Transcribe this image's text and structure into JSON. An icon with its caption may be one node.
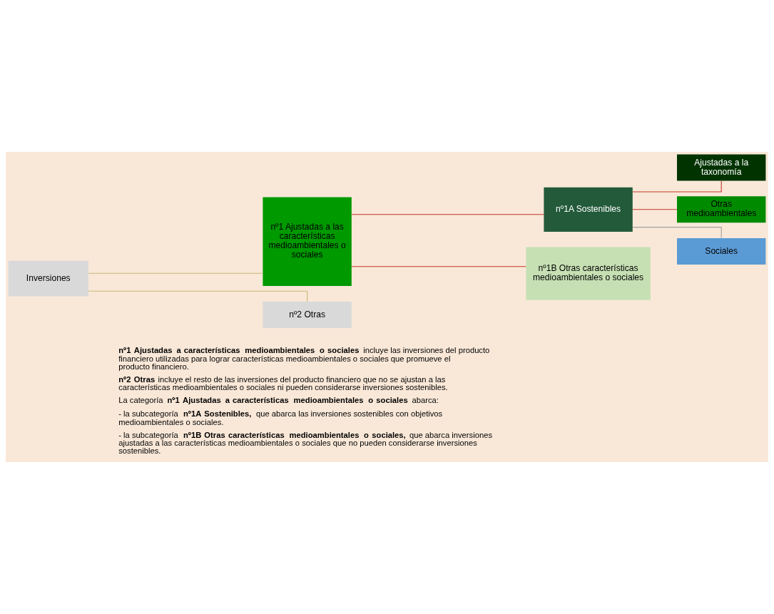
{
  "diagram": {
    "nodes": [
      {
        "text": [
          "Inversiones"
        ]
      },
      {
        "text": [
          "nº1 Ajustadas a las características medioambientales o sociales"
        ]
      },
      {
        "text": [
          "nº2 Otras"
        ]
      },
      {
        "text": [
          "nº1A Sostenibles"
        ]
      },
      {
        "text": [
          "nº1B Otras características medioambientales o sociales"
        ]
      },
      {
        "text": [
          "Ajustadas a la taxonomía"
        ]
      },
      {
        "text": [
          "Otras medioambientales"
        ]
      },
      {
        "text": [
          "Sociales"
        ]
      }
    ],
    "edges": [
      {
        "from": 0,
        "to": 1,
        "arrow": "none",
        "color": "#c8b878"
      },
      {
        "from": 0,
        "to": 2,
        "arrow": "none",
        "color": "#c8b878"
      },
      {
        "from": 1,
        "to": 3,
        "arrow": "none"
      },
      {
        "from": 1,
        "to": 4,
        "arrow": "none"
      },
      {
        "from": 3,
        "to": 5,
        "arrow": "none"
      },
      {
        "from": 3,
        "to": 6,
        "arrow": "none"
      },
      {
        "from": 3,
        "to": 7,
        "arrow": "none",
        "color": "#a0a0a0"
      }
    ],
    "labels": [
      "**nº1 Ajustadas a características medioambientales o sociales** incluye las inversiones del producto financiero utilizadas para lograr características medioambientales o sociales que promueve el producto financiero.",
      "**nº2 Otras** incluye el resto de las inversiones del producto financiero que no se ajustan a las características medioambientales o sociales ni pueden considerarse inversiones sostenibles.",
      "La categoría **nº1 Ajustadas a características medioambientales o sociales** abarca:",
      "- la subcategoría **nº1A Sostenibles,** que abarca las inversiones sostenibles con objetivos medioambientales o sociales.",
      "- la subcategoría **nº1B Otras características medioambientales o sociales,** que abarca inversiones ajustadas a las características medioambientales o sociales que no pueden considerarse inversiones sostenibles."
    ]
  }
}
